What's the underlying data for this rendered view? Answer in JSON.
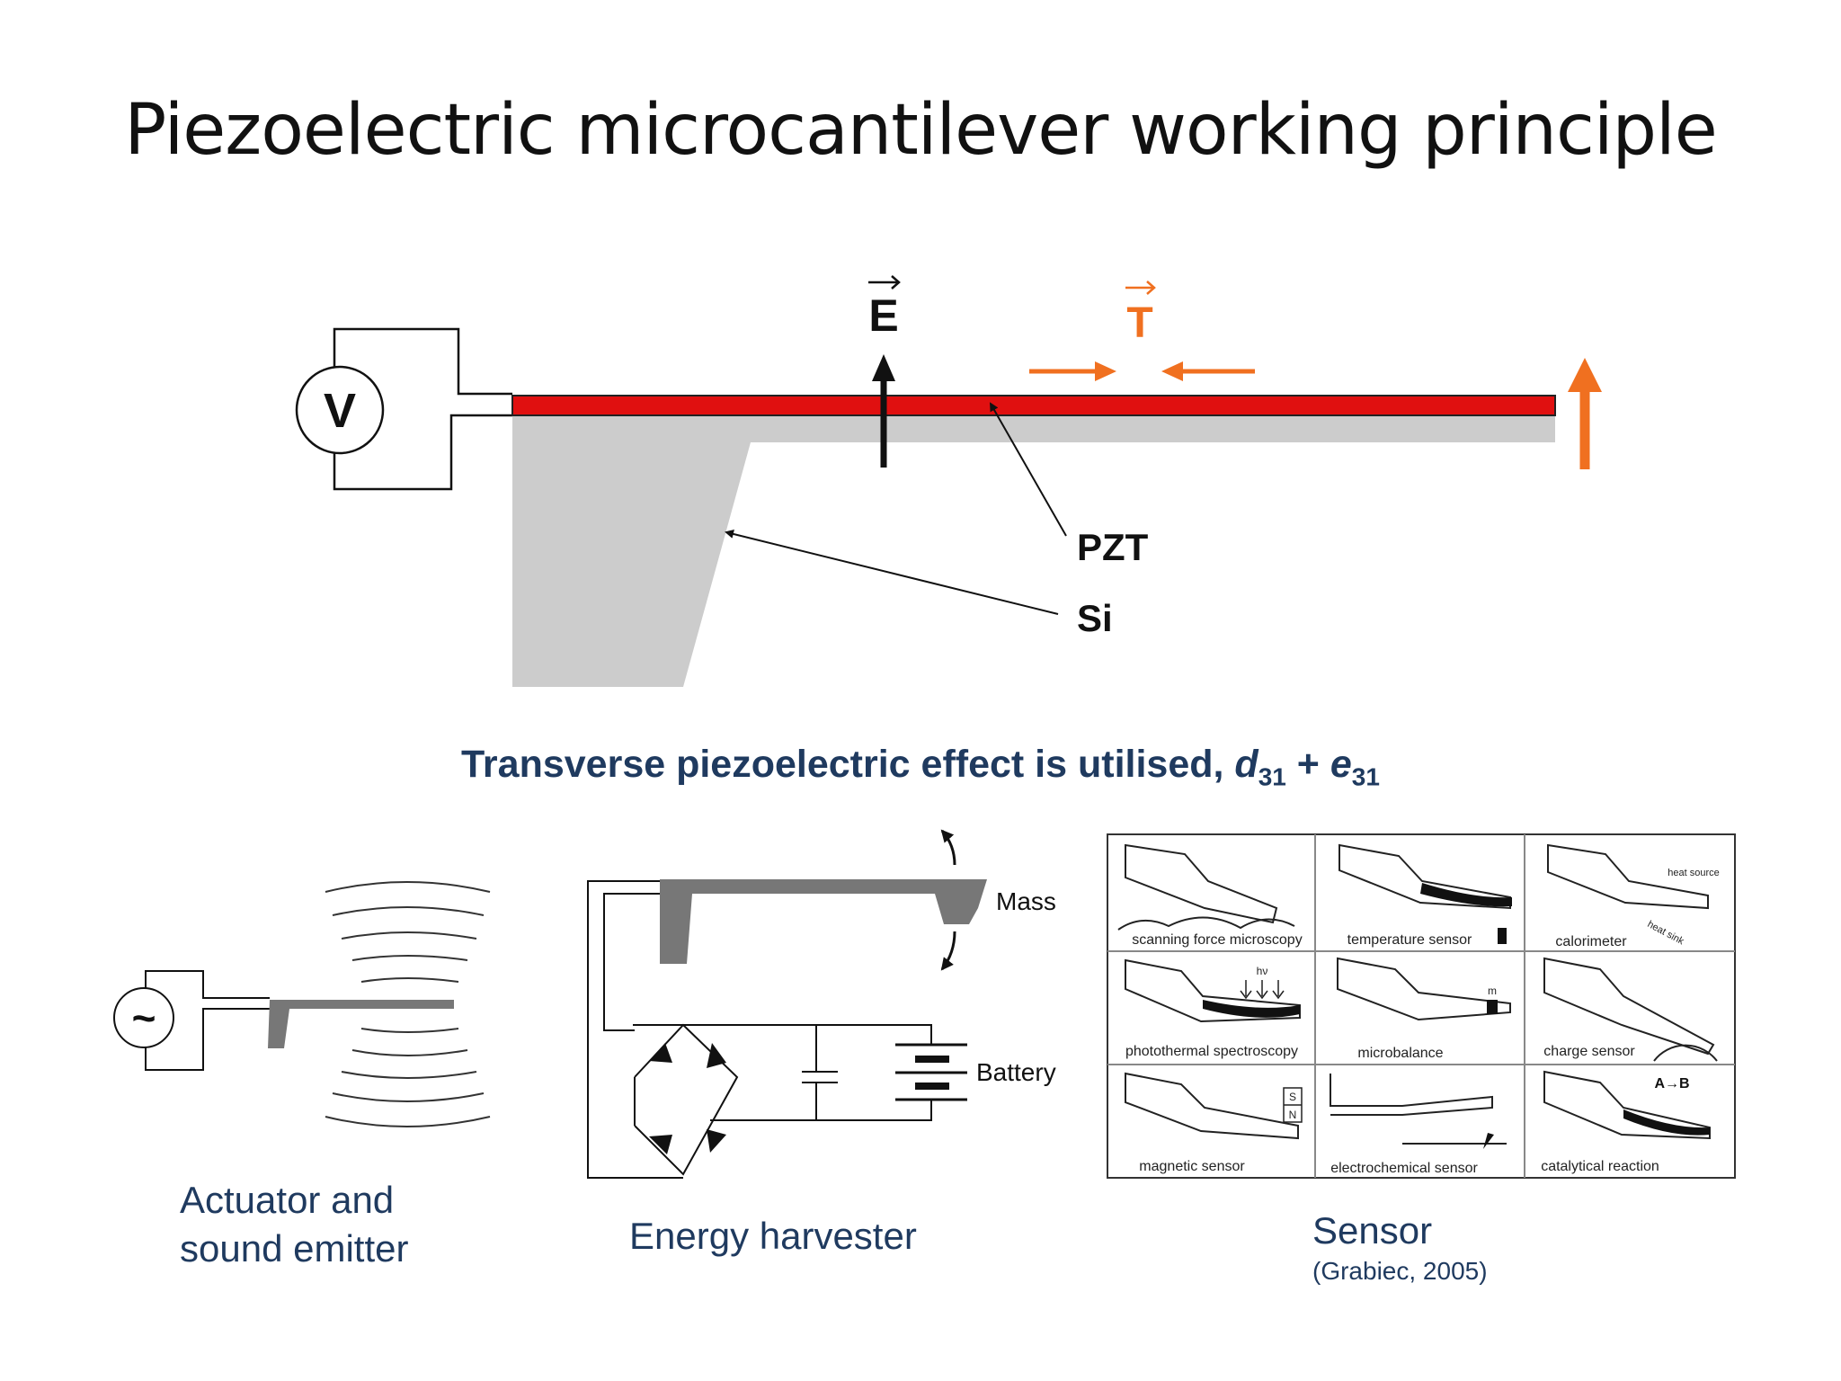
{
  "title": "Piezoelectric microcantilever working principle",
  "main_diagram": {
    "voltage_label": "V",
    "field_label": "E",
    "stress_label": "T",
    "pzt_label": "PZT",
    "si_label": "Si"
  },
  "subtitle": {
    "text": "Transverse piezoelectric effect is utilised, ",
    "d_symbol": "d",
    "d_sub": "31",
    "plus": " + ",
    "e_symbol": "e",
    "e_sub": "31"
  },
  "applications": {
    "actuator": {
      "symbol": "~",
      "caption_line1": "Actuator and",
      "caption_line2": "sound emitter"
    },
    "harvester": {
      "mass_label": "Mass",
      "battery_label": "Battery",
      "caption": "Energy harvester"
    },
    "sensor": {
      "caption": "Sensor",
      "citation": "(Grabiec, 2005)",
      "cells": [
        "scanning force microscopy",
        "temperature sensor",
        "calorimeter",
        "photothermal spectroscopy",
        "microbalance",
        "charge sensor",
        "magnetic sensor",
        "electrochemical sensor",
        "catalytical reaction"
      ],
      "extra_labels": {
        "heat_source": "heat source",
        "heat_sink": "heat sink",
        "h_nu": "hν",
        "mass": "m",
        "south": "S",
        "north": "N",
        "reaction": "A→B"
      }
    }
  },
  "colors": {
    "pzt": "#e01010",
    "silicon": "#cccccc",
    "stress_arrow": "#f07020",
    "text_blue": "#1f3a5f",
    "device_gray": "#777777"
  }
}
